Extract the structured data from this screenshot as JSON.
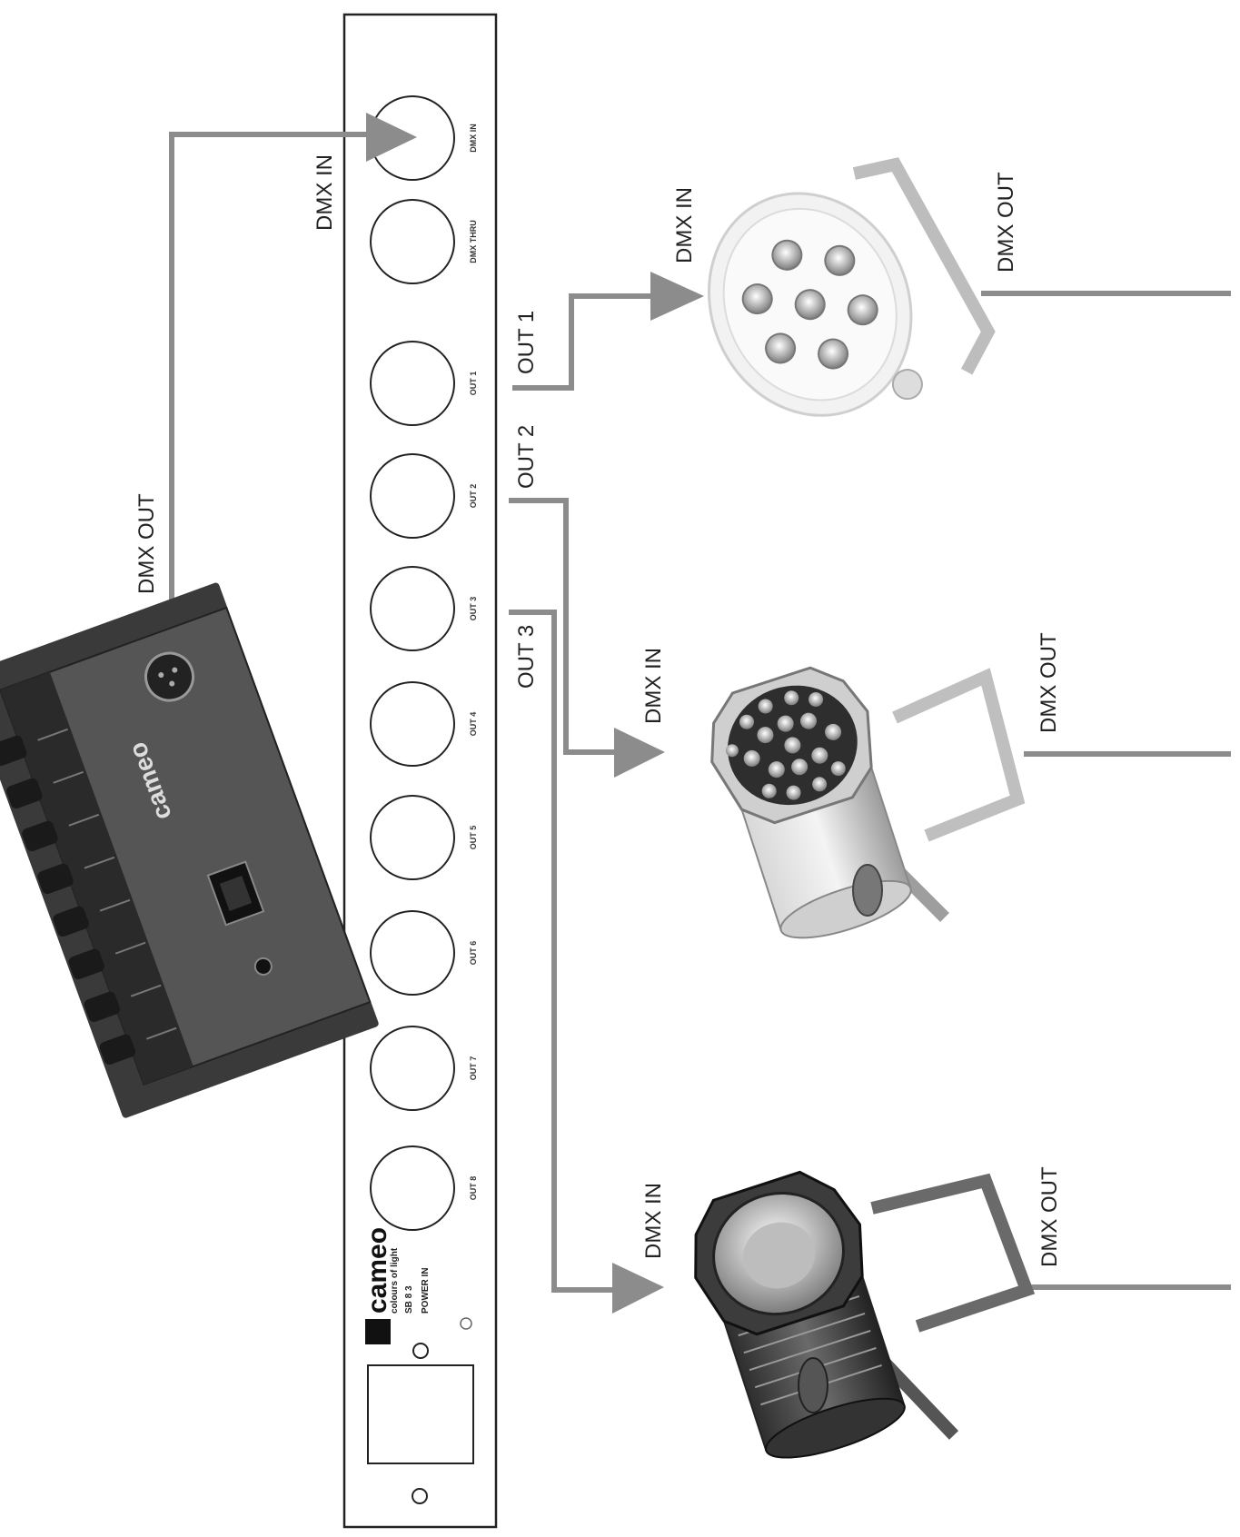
{
  "diagram": {
    "labels": {
      "controller_out": "DMX OUT",
      "splitter_in": "DMX IN",
      "out1": "OUT 1",
      "out2": "OUT 2",
      "out3": "OUT 3",
      "fixture1_in": "DMX IN",
      "fixture1_out": "DMX OUT",
      "fixture2_in": "DMX IN",
      "fixture2_out": "DMX OUT",
      "fixture3_in": "DMX IN",
      "fixture3_out": "DMX OUT"
    },
    "splitter": {
      "brand": "cameo",
      "tagline": "colours of light",
      "model": "SB 8 3",
      "power_label": "POWER IN",
      "ports": [
        "DMX IN",
        "DMX THRU",
        "OUT 1",
        "OUT 2",
        "OUT 3",
        "OUT 4",
        "OUT 5",
        "OUT 6",
        "OUT 7",
        "OUT 8"
      ]
    },
    "controller": {
      "brand": "cameo"
    },
    "colors": {
      "line": "#8c8c8c",
      "outline": "#222222",
      "device": "#4a4a4a"
    }
  }
}
